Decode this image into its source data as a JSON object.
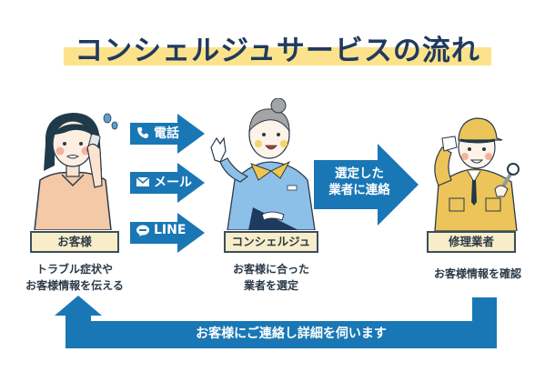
{
  "title": "コンシェルジュサービスの流れ",
  "colors": {
    "title_text": "#1f3a5f",
    "title_highlight": "#fce28a",
    "arrow_blue": "#1a77b5",
    "label_box_fill": "#f8edc9",
    "label_box_border": "#3a4e5c"
  },
  "contact_methods": [
    {
      "icon": "phone-icon",
      "label": "電話"
    },
    {
      "icon": "mail-icon",
      "label": "メール"
    },
    {
      "icon": "line-chat-icon",
      "label": "LINE"
    }
  ],
  "roles": [
    {
      "label": "お客様",
      "description_lines": [
        "トラブル症状や",
        "お客様情報を伝える"
      ]
    },
    {
      "label": "コンシェルジュ",
      "description_lines": [
        "お客様に合った",
        "業者を選定"
      ]
    },
    {
      "label": "修理業者",
      "description_lines": [
        "お客様情報を確認"
      ]
    }
  ],
  "middle_arrow": {
    "lines": [
      "選定した",
      "業者に連絡"
    ]
  },
  "bottom_arrow": {
    "label": "お客様にご連絡し詳細を伺います"
  }
}
